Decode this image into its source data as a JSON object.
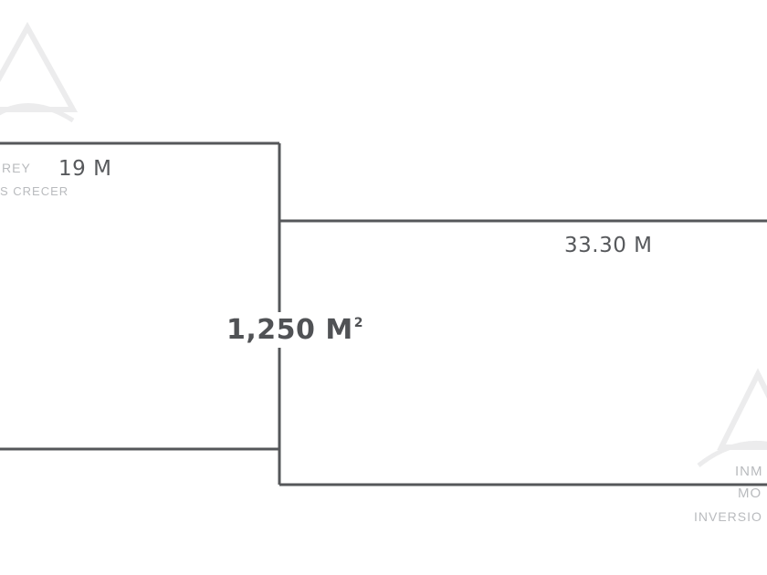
{
  "plot": {
    "left_width_label": "19 M",
    "right_width_label": "33.30 M",
    "area_value": "1,250 M",
    "area_unit_sup": "2"
  },
  "watermarks": [
    {
      "name": "watermark-top-left",
      "lines": [
        "REY",
        "S CRECER"
      ]
    },
    {
      "name": "watermark-bottom-right",
      "lines": [
        "INM",
        "MO",
        "INVERSIO"
      ]
    }
  ],
  "colors": {
    "line": "#55575a",
    "text": "#57595c",
    "watermark": "#c3c5c8"
  }
}
